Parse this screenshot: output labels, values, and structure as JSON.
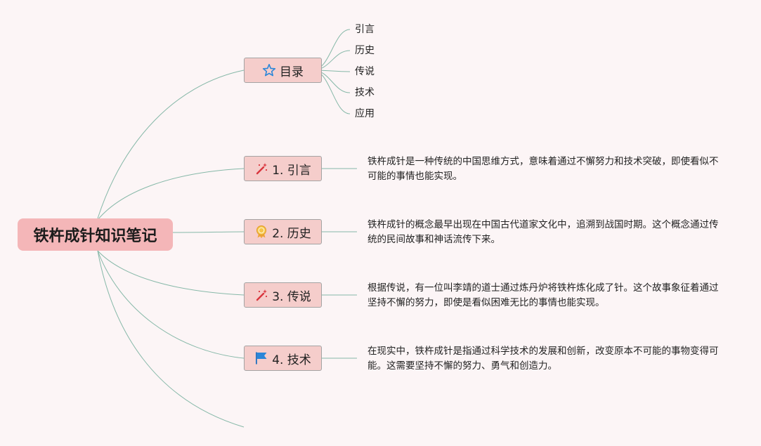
{
  "root": {
    "label": "铁杵成针知识笔记"
  },
  "toc": {
    "label": "目录",
    "items": [
      "引言",
      "历史",
      "传说",
      "技术",
      "应用"
    ]
  },
  "sections": [
    {
      "label": "1. 引言",
      "icon": "magic-wand-icon",
      "note": "铁杵成针是一种传统的中国思维方式，意味着通过不懈努力和技术突破，即使看似不可能的事情也能实现。"
    },
    {
      "label": "2. 历史",
      "icon": "award-badge-icon",
      "note": "铁杵成针的概念最早出现在中国古代道家文化中，追溯到战国时期。这个概念通过传统的民间故事和神话流传下来。"
    },
    {
      "label": "3. 传说",
      "icon": "magic-wand-icon",
      "note": "根据传说，有一位叫李靖的道士通过炼丹炉将铁杵炼化成了针。这个故事象征着通过坚持不懈的努力，即使是看似困难无比的事情也能实现。"
    },
    {
      "label": "4. 技术",
      "icon": "flag-icon",
      "note": "在现实中，铁杵成针是指通过科学技术的发展和创新，改变原本不可能的事物变得可能。这需要坚持不懈的努力、勇气和创造力。"
    }
  ],
  "colors": {
    "root": "#f4b6b8",
    "node": "#f5cdcb",
    "line": "#86b8a8",
    "background": "#fcf5f6"
  }
}
